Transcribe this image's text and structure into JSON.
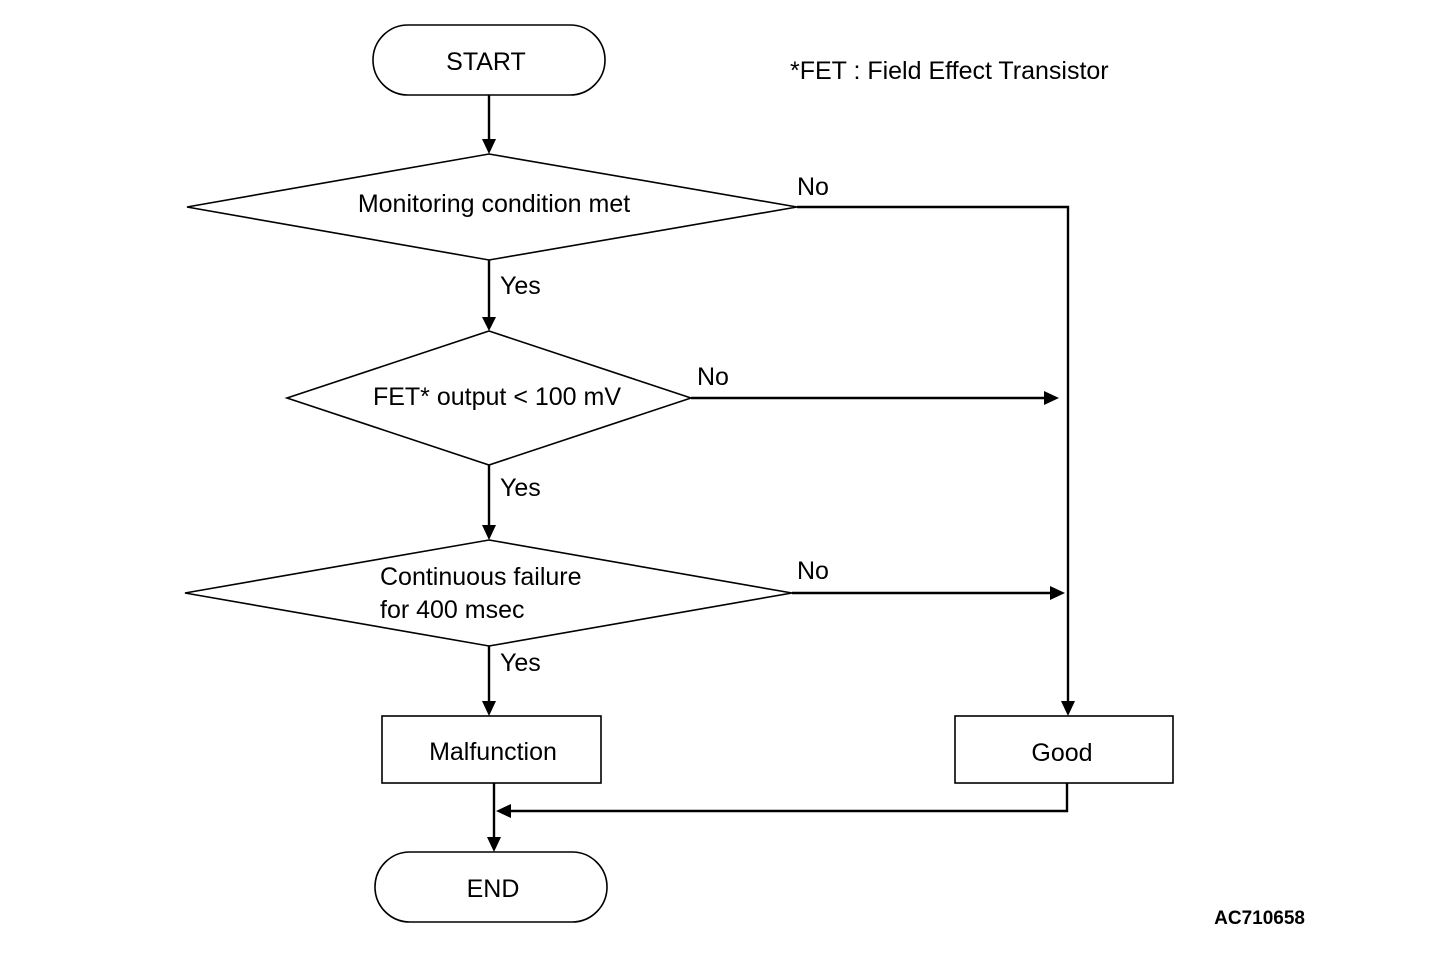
{
  "diagram": {
    "footnote": "*FET : Field Effect Transistor",
    "reference_code": "AC710658",
    "nodes": {
      "start": "START",
      "decision_monitoring": "Monitoring condition met",
      "decision_fet": "FET* output < 100 mV",
      "decision_failure_line1": "Continuous failure",
      "decision_failure_line2": "for 400 msec",
      "malfunction": "Malfunction",
      "good": "Good",
      "end": "END"
    },
    "edge_labels": {
      "monitoring_no": "No",
      "monitoring_yes": "Yes",
      "fet_no": "No",
      "fet_yes": "Yes",
      "failure_no": "No",
      "failure_yes": "Yes"
    },
    "colors": {
      "stroke": "#000000",
      "background": "#ffffff"
    }
  }
}
